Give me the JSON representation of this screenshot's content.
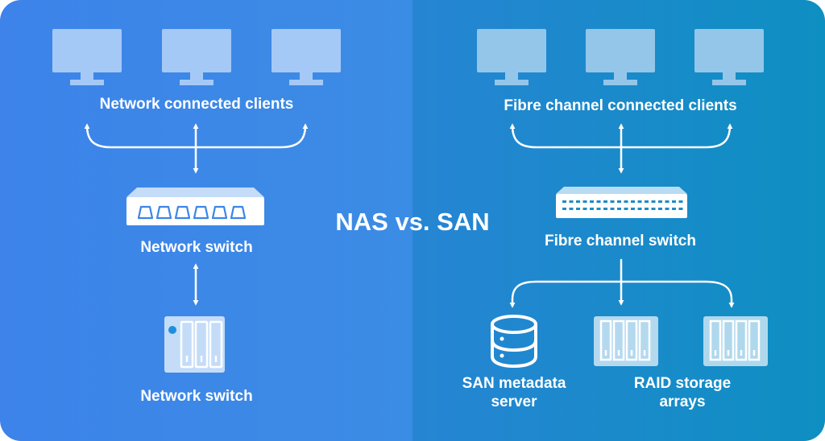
{
  "title": "NAS vs. SAN",
  "colors": {
    "nas_bg": "#3b86e8",
    "san_bg": "#1d8cc8",
    "icon_light": "#a8cdf5",
    "accent_dot": "#1e8fe0"
  },
  "nas": {
    "clients_label": "Network connected clients",
    "switch_label": "Network switch",
    "storage_label": "Network switch"
  },
  "san": {
    "clients_label": "Fibre channel connected clients",
    "switch_label": "Fibre channel switch",
    "metadata_label": [
      "SAN metadata",
      "server"
    ],
    "raid_label": [
      "RAID storage",
      "arrays"
    ]
  }
}
